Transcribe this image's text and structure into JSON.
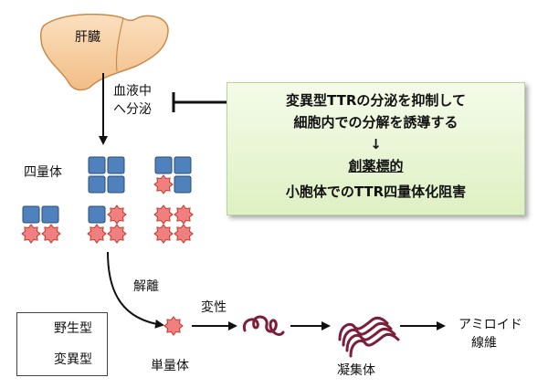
{
  "labels": {
    "liver": "肝臓",
    "secretion_line1": "血液中",
    "secretion_line2": "へ分泌",
    "tetramer": "四量体",
    "dissociation": "解離",
    "monomer": "単量体",
    "denaturation": "変性",
    "aggregate": "凝集体",
    "amyloid_line1": "アミロイド",
    "amyloid_line2": "線維"
  },
  "inhibition_box": {
    "line1": "変異型TTRの分泌を抑制して",
    "line2": "細胞内での分解を誘導する",
    "arrow": "↓",
    "line3": "創薬標的",
    "line4": "小胞体でのTTR四量体化阻害"
  },
  "legend": {
    "wild_type": "野生型",
    "mutant": "変異型"
  },
  "colors": {
    "liver_fill": "#f7cfa0",
    "liver_stroke": "#c98a4e",
    "wild_type_fill": "#4f81bd",
    "wild_type_stroke": "#2c4d75",
    "mutant_fill": "#f08080",
    "mutant_stroke": "#c0392b",
    "fibril": "#7b1f3a",
    "box_fill": "#e6f3d1"
  },
  "icons": [
    "liver-icon",
    "wild-type-square-icon",
    "mutant-star-icon",
    "denatured-coil-icon",
    "aggregate-fibril-icon"
  ]
}
